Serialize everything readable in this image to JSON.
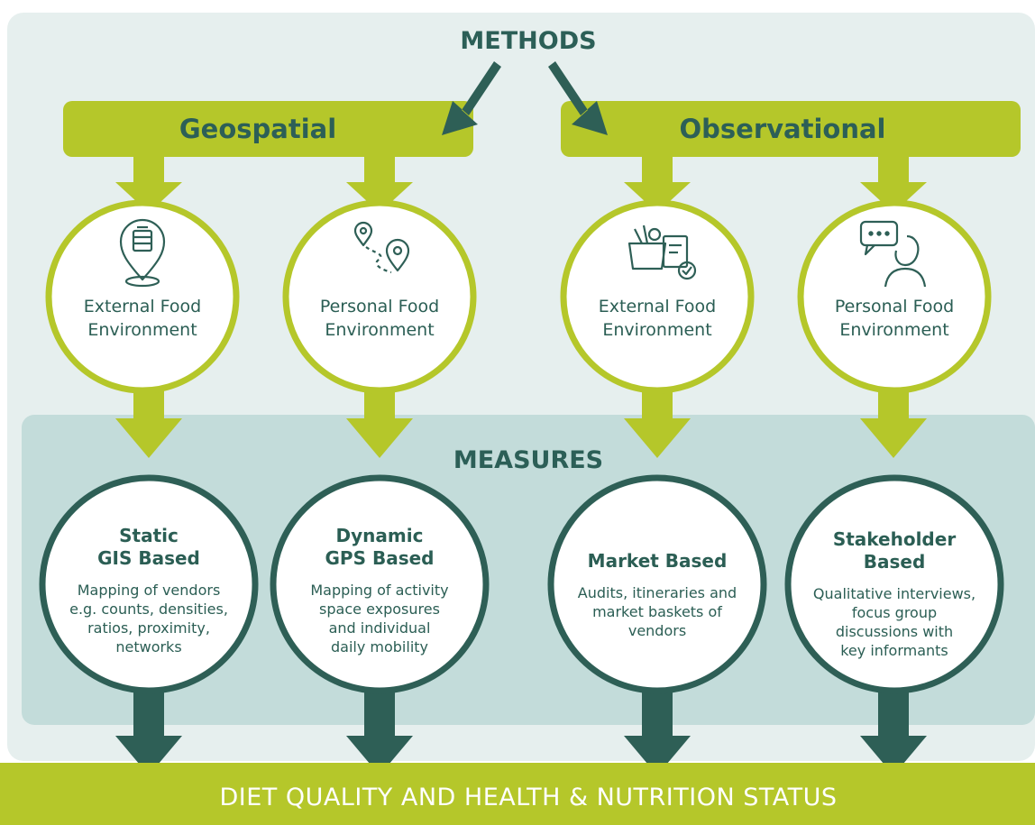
{
  "title": "METHODS",
  "categories": [
    {
      "label": "Geospatial"
    },
    {
      "label": "Observational"
    }
  ],
  "environments": [
    {
      "line1": "External Food",
      "line2": "Environment",
      "icon": "map-pin-basket-icon"
    },
    {
      "line1": "Personal Food",
      "line2": "Environment",
      "icon": "route-pins-icon"
    },
    {
      "line1": "External Food",
      "line2": "Environment",
      "icon": "market-audit-icon"
    },
    {
      "line1": "Personal Food",
      "line2": "Environment",
      "icon": "interview-person-icon"
    }
  ],
  "measures_title": "MEASURES",
  "measures": [
    {
      "title": "Static\nGIS Based",
      "desc": "Mapping of vendors\ne.g. counts, densities,\nratios, proximity,\nnetworks"
    },
    {
      "title": "Dynamic\nGPS Based",
      "desc": "Mapping of activity\nspace exposures\nand individual\ndaily mobility"
    },
    {
      "title": "Market Based",
      "desc": "Audits, itineraries and\nmarket baskets of\nvendors"
    },
    {
      "title": "Stakeholder\nBased",
      "desc": "Qualitative interviews,\nfocus group\ndiscussions with\nkey informants"
    }
  ],
  "outcome": "DIET QUALITY AND HEALTH & NUTRITION STATUS",
  "colors": {
    "lime": "#b5c72a",
    "dark_green": "#2e5f56",
    "panel_light": "#e6efee",
    "panel_measures": "#c3dcda"
  }
}
